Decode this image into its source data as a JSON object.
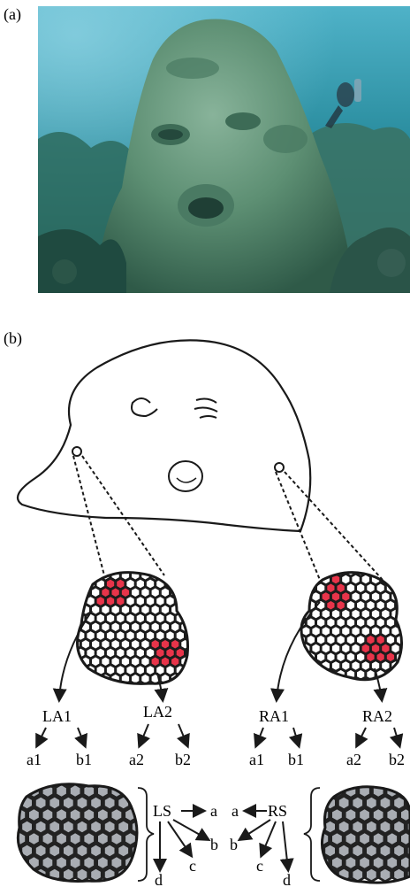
{
  "panel_a": {
    "label": "(a)"
  },
  "panel_b": {
    "label": "(b)",
    "sample_labels": {
      "LA1": "LA1",
      "LA2": "LA2",
      "RA1": "RA1",
      "RA2": "RA2"
    },
    "sub_labels": {
      "la1": [
        "a1",
        "b1"
      ],
      "la2": [
        "a2",
        "b2"
      ],
      "ra1": [
        "a1",
        "b1"
      ],
      "ra2": [
        "a2",
        "b2"
      ]
    },
    "stalk_labels": {
      "LS": "LS",
      "RS": "RS",
      "ls_targets": [
        "a",
        "b",
        "c",
        "d"
      ],
      "rs_targets": [
        "a",
        "b",
        "c",
        "d"
      ]
    },
    "colors": {
      "polyp_highlight": "#e8344a",
      "polyp_grey": "#a9adb3",
      "outline": "#1a1a1a"
    }
  }
}
